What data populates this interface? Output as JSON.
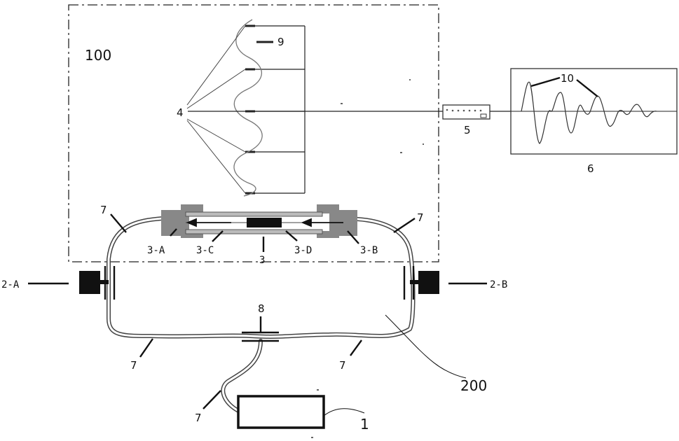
{
  "labels": {
    "l100": "100",
    "l9": "9",
    "l4": "4",
    "l10": "10",
    "l5": "5",
    "l6": "6",
    "l7a": "7",
    "l7b": "7",
    "l7c": "7",
    "l7d": "7",
    "l7e": "7",
    "l3A": "3-A",
    "l3C": "3-C",
    "l3": "3",
    "l3D": "3-D",
    "l3B": "3-B",
    "l2A": "2-A",
    "l2B": "2-B",
    "l8": "8",
    "l200": "200",
    "l1": "1"
  }
}
